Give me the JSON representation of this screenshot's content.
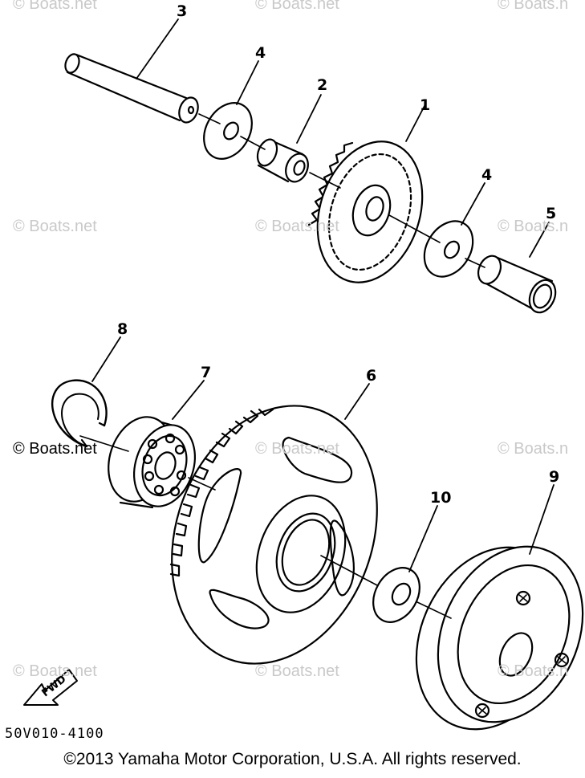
{
  "watermarks": [
    "© Boats.net",
    "© Boats.net",
    "© Boats.n",
    "© Boats.net",
    "© Boats.net",
    "© Boats.n",
    "© Boats.net",
    "© Boats.net",
    "© Boats.n",
    "© Boats.net",
    "© Boats.net",
    "© Boats.n"
  ],
  "callouts": [
    "1",
    "2",
    "3",
    "4",
    "4",
    "5",
    "6",
    "7",
    "8",
    "9",
    "10"
  ],
  "fwd_label": "FWD",
  "doc_code": "50V010-4100",
  "copyright": "©2013 Yamaha Motor Corporation, U.S.A. All rights reserved."
}
